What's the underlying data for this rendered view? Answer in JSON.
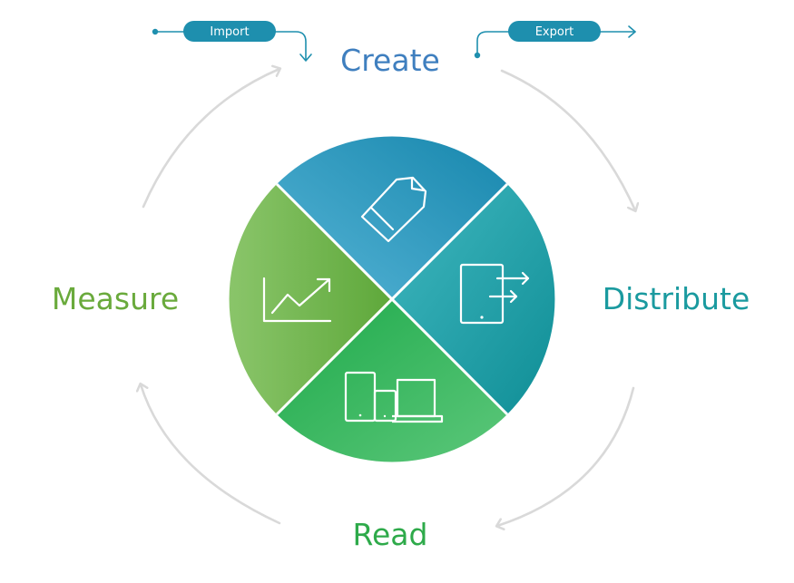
{
  "phases": {
    "create": {
      "label": "Create",
      "color": "#3f7fbf"
    },
    "distribute": {
      "label": "Distribute",
      "color": "#1a9a9f"
    },
    "read": {
      "label": "Read",
      "color": "#2eaa4a"
    },
    "measure": {
      "label": "Measure",
      "color": "#6aaa3c"
    }
  },
  "pills": {
    "import": {
      "label": "Import"
    },
    "export": {
      "label": "Export"
    }
  },
  "colors": {
    "pill": "#1e8fae",
    "arrow": "#d9d9d9",
    "create_a": "#56b4d6",
    "create_b": "#1787ad",
    "distribute_a": "#40b7bf",
    "distribute_b": "#0f8e96",
    "read_a": "#1eaa4b",
    "read_b": "#5cc77a",
    "measure_a": "#8ac56a",
    "measure_b": "#5ea83a"
  },
  "icons": {
    "create": "tag-icon",
    "distribute": "device-export-icon",
    "read": "multi-device-icon",
    "measure": "growth-chart-icon"
  }
}
